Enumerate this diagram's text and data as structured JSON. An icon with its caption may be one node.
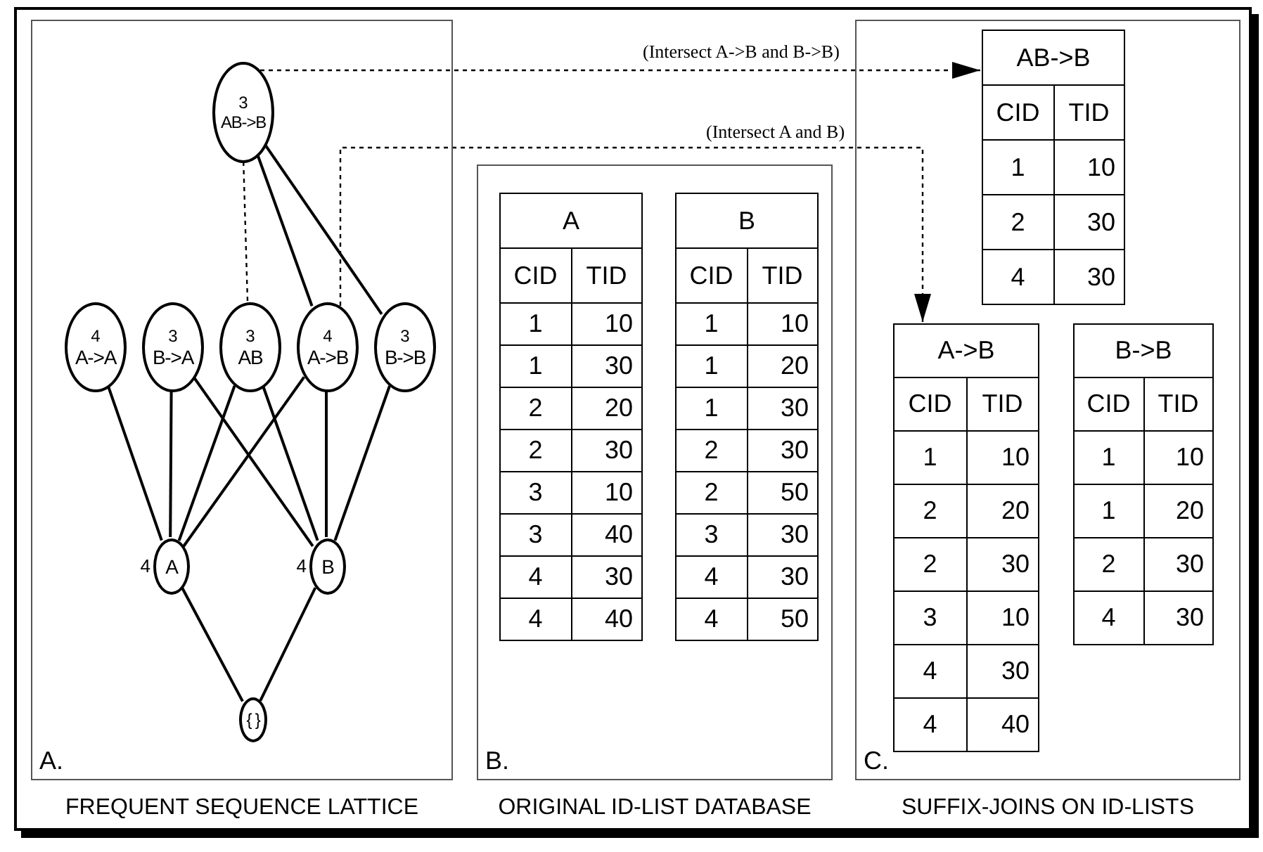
{
  "diagram": {
    "nodes": [
      {
        "text": [
          "A.",
          "FREQUENT SEQUENCE LATTICE"
        ]
      },
      {
        "text": [
          "3",
          "AB->B"
        ],
        "in": 0
      },
      {
        "text": [
          "4",
          "A->A"
        ],
        "in": 0
      },
      {
        "text": [
          "3",
          "B->A"
        ],
        "in": 0
      },
      {
        "text": [
          "3",
          "AB"
        ],
        "in": 0
      },
      {
        "text": [
          "4",
          "A->B"
        ],
        "in": 0
      },
      {
        "text": [
          "3",
          "B->B"
        ],
        "in": 0
      },
      {
        "text": [
          "A"
        ],
        "beside": [
          "4"
        ],
        "in": 0
      },
      {
        "text": [
          "B"
        ],
        "beside": [
          "4"
        ],
        "in": 0
      },
      {
        "text": [
          "{ }"
        ],
        "in": 0
      },
      {
        "text": [
          "B.",
          "ORIGINAL ID-LIST DATABASE"
        ]
      },
      {
        "text": [
          "A",
          "CID",
          "TID",
          "1",
          "10",
          "1",
          "30",
          "2",
          "20",
          "2",
          "30",
          "3",
          "10",
          "3",
          "40",
          "4",
          "30",
          "4",
          "40"
        ],
        "in": 10
      },
      {
        "text": [
          "B",
          "CID",
          "TID",
          "1",
          "10",
          "1",
          "20",
          "1",
          "30",
          "2",
          "30",
          "2",
          "50",
          "3",
          "30",
          "4",
          "30",
          "4",
          "50"
        ],
        "in": 10
      },
      {
        "text": [
          "C.",
          "SUFFIX-JOINS ON ID-LISTS"
        ]
      },
      {
        "text": [
          "AB->B",
          "CID",
          "TID",
          "1",
          "10",
          "2",
          "30",
          "4",
          "30"
        ],
        "in": 13
      },
      {
        "text": [
          "A->B",
          "CID",
          "TID",
          "1",
          "10",
          "2",
          "20",
          "2",
          "30",
          "3",
          "10",
          "4",
          "30",
          "4",
          "40"
        ],
        "in": 13
      },
      {
        "text": [
          "B->B",
          "CID",
          "TID",
          "1",
          "10",
          "1",
          "20",
          "2",
          "30",
          "4",
          "30"
        ],
        "in": 13
      }
    ],
    "edges": [
      {
        "from": 1,
        "to": 4,
        "arrow": "none",
        "style": "dashed"
      },
      {
        "from": 1,
        "to": 5,
        "arrow": "none"
      },
      {
        "from": 1,
        "to": 6,
        "arrow": "none"
      },
      {
        "from": 2,
        "to": 7,
        "arrow": "none"
      },
      {
        "from": 3,
        "to": 7,
        "arrow": "none"
      },
      {
        "from": 3,
        "to": 8,
        "arrow": "none"
      },
      {
        "from": 4,
        "to": 7,
        "arrow": "none"
      },
      {
        "from": 4,
        "to": 8,
        "arrow": "none"
      },
      {
        "from": 5,
        "to": 7,
        "arrow": "none"
      },
      {
        "from": 5,
        "to": 8,
        "arrow": "none"
      },
      {
        "from": 6,
        "to": 8,
        "arrow": "none"
      },
      {
        "from": 7,
        "to": 9,
        "arrow": "none"
      },
      {
        "from": 8,
        "to": 9,
        "arrow": "none"
      },
      {
        "from": 1,
        "to": 14,
        "arrow": "to",
        "style": "dashed",
        "label": "(Intersect A->B and B->B)"
      },
      {
        "from": 5,
        "to": 15,
        "arrow": "to",
        "style": "dashed",
        "label": "(Intersect A and B)"
      }
    ]
  }
}
